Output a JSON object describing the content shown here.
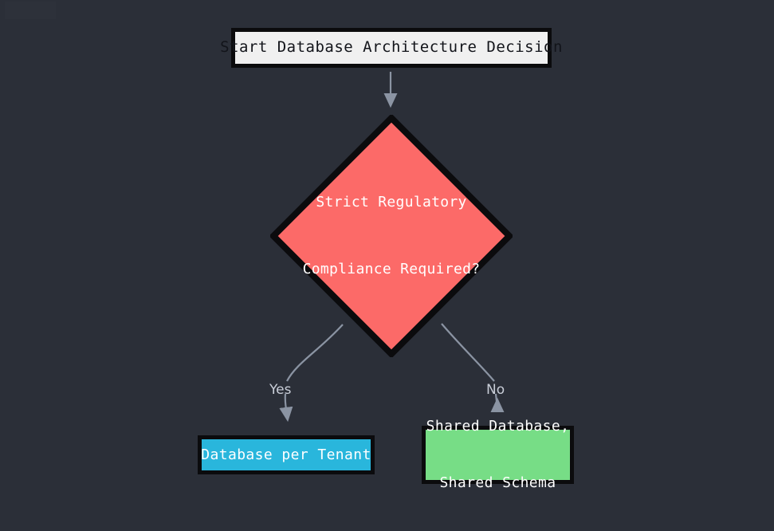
{
  "diagram": {
    "type": "flowchart",
    "title": "Database Architecture Decision",
    "background_color": "#2b2f38",
    "edge_color": "#8b94a3",
    "nodes": [
      {
        "id": "start",
        "shape": "rectangle",
        "label": "Start Database Architecture Decision",
        "fill": "#f0f0f0",
        "stroke": "#0b0b0d",
        "text_color": "#12141a"
      },
      {
        "id": "decision",
        "shape": "diamond",
        "label_line1": "Strict Regulatory",
        "label_line2": "Compliance Required?",
        "fill": "#fc6a68",
        "stroke": "#0b0b0d",
        "text_color": "#ffffff"
      },
      {
        "id": "db-per-tenant",
        "shape": "rectangle",
        "label": "Database per Tenant",
        "fill": "#29b6dc",
        "stroke": "#0b0b0d",
        "text_color": "#ffffff"
      },
      {
        "id": "shared-schema",
        "shape": "rectangle",
        "label_line1": "Shared Database,",
        "label_line2": "Shared Schema",
        "fill": "#77dd86",
        "stroke": "#0b0b0d",
        "text_color": "#ffffff"
      }
    ],
    "edges": [
      {
        "id": "start-to-decision",
        "from": "start",
        "to": "decision",
        "label": ""
      },
      {
        "id": "decision-yes",
        "from": "decision",
        "to": "db-per-tenant",
        "label": "Yes"
      },
      {
        "id": "decision-no",
        "from": "decision",
        "to": "shared-schema",
        "label": "No"
      }
    ]
  }
}
